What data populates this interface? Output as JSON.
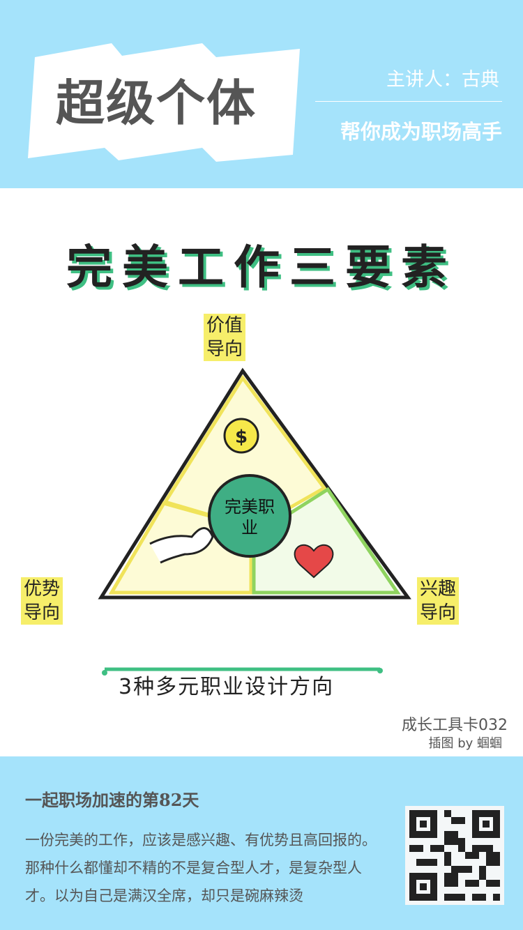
{
  "header": {
    "brand": "超级个体",
    "speaker": "主讲人：古典",
    "slogan": "帮你成为职场高手"
  },
  "card": {
    "title": "完美工作三要素",
    "center": "完美职业",
    "top_label": [
      "价值",
      "导向"
    ],
    "left_label": [
      "优势",
      "导向"
    ],
    "right_label": [
      "兴趣",
      "导向"
    ],
    "coin_symbol": "$",
    "subtitle": "3种多元职业设计方向",
    "series": "成长工具卡032",
    "illustrator": "插图 by 蝈蝈"
  },
  "footer": {
    "day_title": "一起职场加速的第82天",
    "body": "一份完美的工作，应该是感兴趣、有优势且高回报的。那种什么都懂却不精的不是复合型人才，是复杂型人才。以为自己是满汉全席，却只是碗麻辣烫"
  },
  "colors": {
    "sky": "#a5e3fb",
    "green": "#3fbf83",
    "yellow": "#f6ee6a",
    "heart": "#e54848"
  }
}
